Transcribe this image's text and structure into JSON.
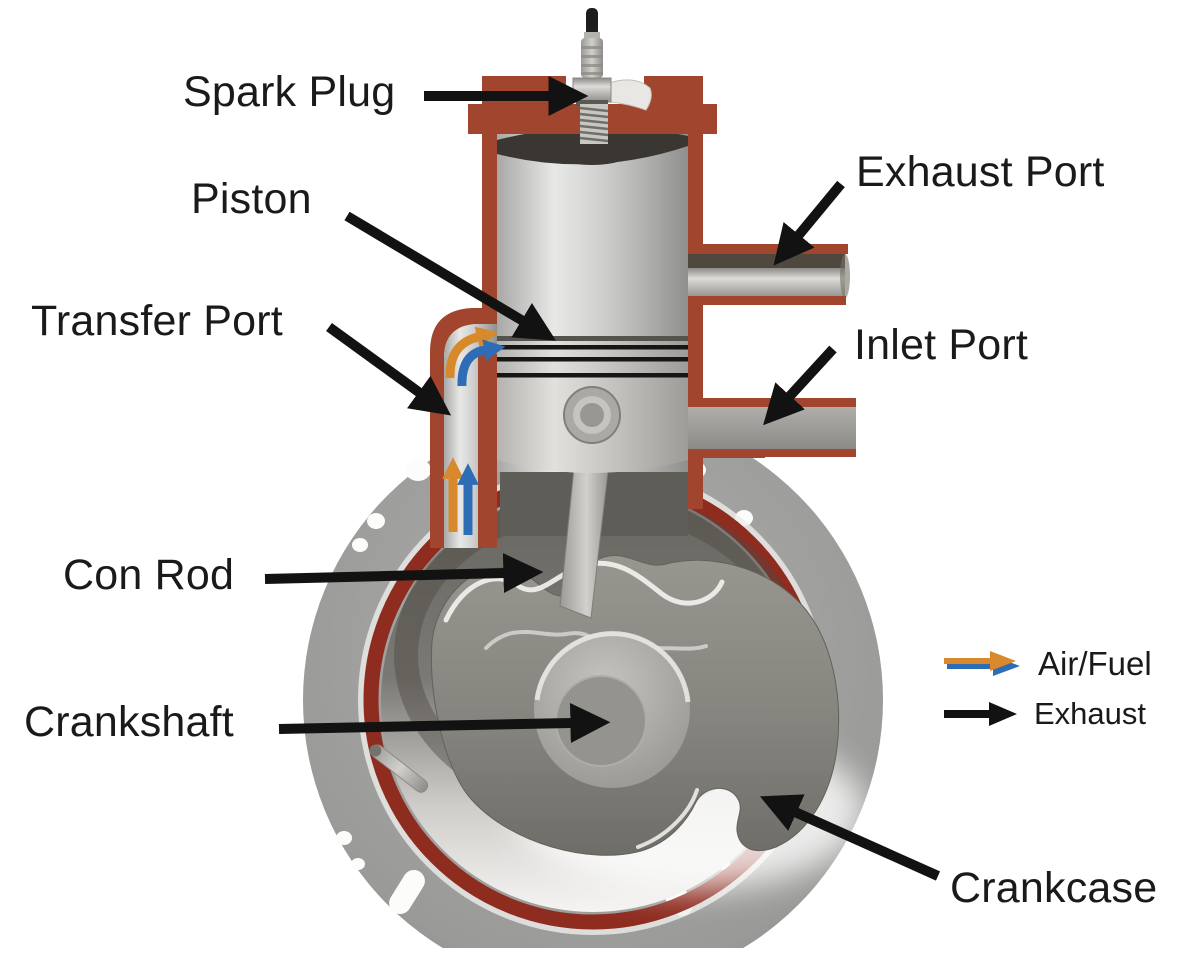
{
  "diagram": {
    "labels": [
      {
        "id": "spark-plug",
        "text": "Spark Plug"
      },
      {
        "id": "piston",
        "text": "Piston"
      },
      {
        "id": "transfer-port",
        "text": "Transfer Port"
      },
      {
        "id": "exhaust-port",
        "text": "Exhaust Port"
      },
      {
        "id": "inlet-port",
        "text": "Inlet Port"
      },
      {
        "id": "con-rod",
        "text": "Con Rod"
      },
      {
        "id": "crankshaft",
        "text": "Crankshaft"
      },
      {
        "id": "crankcase",
        "text": "Crankcase"
      }
    ],
    "legend": [
      {
        "icon": "air-fuel-arrow",
        "label": "Air/Fuel",
        "colors": [
          "#D8892B",
          "#2E6CB5"
        ]
      },
      {
        "icon": "exhaust-arrow",
        "label": "Exhaust",
        "colors": [
          "#121212"
        ]
      }
    ],
    "colors": {
      "cut_red": "#A1452F",
      "gasket_red": "#8E2C20",
      "dome_dark": "#3A3733",
      "air_fuel_orange": "#D8892B",
      "air_fuel_blue": "#2E6CB5",
      "arrow_black": "#121212",
      "label_text": "#1a1a1a",
      "metal_light": "#E6E6E4",
      "metal_mid": "#B9B9B7",
      "flange_gray": "#9B9B99",
      "cavity_dark": "#5E5C56"
    }
  }
}
